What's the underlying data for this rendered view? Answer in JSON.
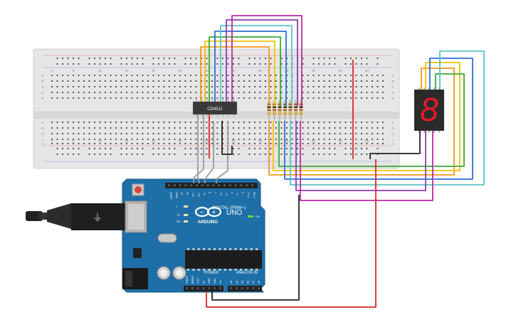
{
  "breadboard": {
    "column_numbers": [
      "1",
      "5",
      "10",
      "15",
      "20",
      "25",
      "30",
      "35",
      "40",
      "45",
      "50",
      "55",
      "60"
    ],
    "row_letters_top": [
      "A",
      "B",
      "C",
      "D",
      "E"
    ],
    "row_letters_bottom": [
      "F",
      "G",
      "H",
      "I",
      "J"
    ]
  },
  "chip": {
    "label": "CD4511"
  },
  "arduino": {
    "brand": "ARDUINO",
    "model": "UNO",
    "on_label": "ON",
    "digital_label": "DIGITAL (PWM~)",
    "power_label": "POWER",
    "analog_label": "ANALOG IN",
    "pin_labels_digital": [
      "AREF",
      "GND",
      "13",
      "12",
      "~11",
      "~10",
      "~9",
      "8",
      "7",
      "~6",
      "~5",
      "4",
      "~3",
      "2",
      "TX 1",
      "RX 0"
    ],
    "pin_labels_power": [
      "IOREF",
      "RESET",
      "3.3V",
      "5V",
      "GND",
      "GND",
      "Vin"
    ],
    "pin_labels_analog": [
      "A0",
      "A1",
      "A2",
      "A3",
      "A4",
      "A5"
    ],
    "led_labels": [
      "L",
      "TX",
      "RX"
    ]
  },
  "display": {
    "digit": "8"
  },
  "colors": {
    "breadboard": "#e6e6e6",
    "arduino_board": "#1e6fa8",
    "wire_red": "#d62828",
    "wire_black": "#222222",
    "wire_gray": "#9a9a9a",
    "wire_orange": "#f7941d",
    "wire_yellow": "#f2c200",
    "wire_green": "#3aa935",
    "wire_blue": "#2f6fd6",
    "wire_cyan": "#5bc4c7",
    "wire_purple": "#8e3bb3",
    "wire_magenta": "#c02aa0",
    "segment_red": "#e8182a"
  }
}
